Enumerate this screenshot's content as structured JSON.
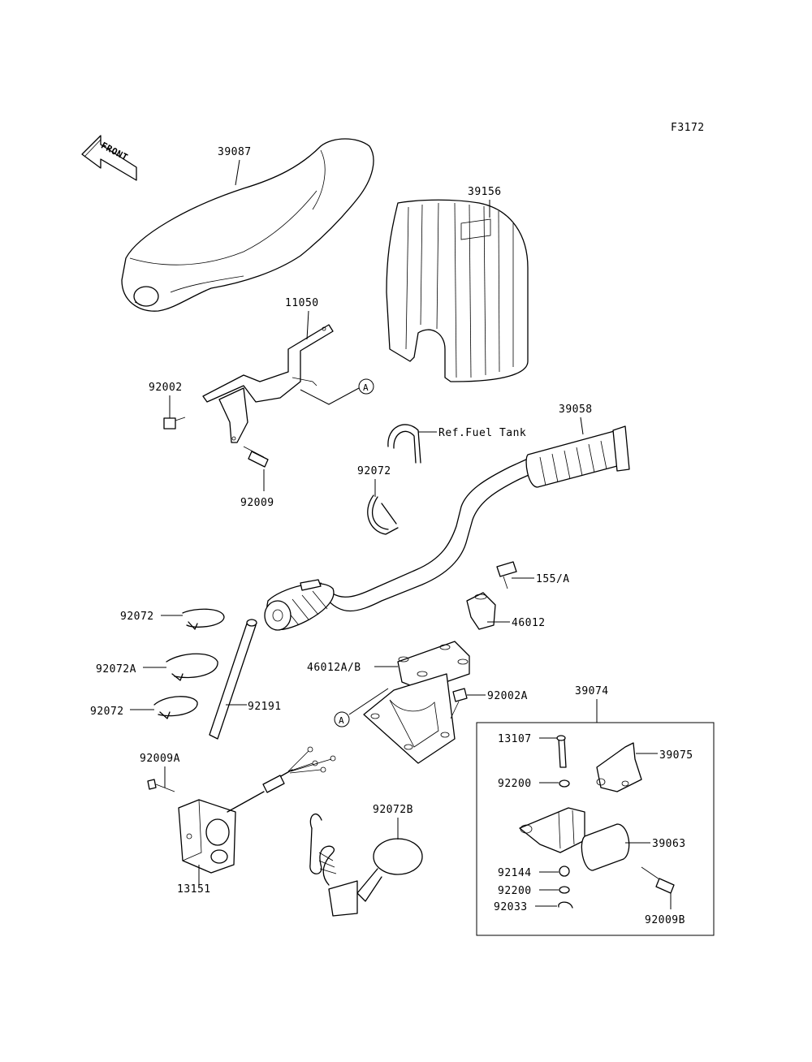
{
  "diagram_code": "F3172",
  "front_arrow_label": "FRONT",
  "callout_letter": "A",
  "parts": {
    "p39087": "39087",
    "p39156": "39156",
    "p11050": "11050",
    "p92002": "92002",
    "p92009": "92009",
    "ref_fuel_tank": "Ref.Fuel Tank",
    "p39058": "39058",
    "p92072_top": "92072",
    "p155a": "155/A",
    "p46012": "46012",
    "p46012ab": "46012A/B",
    "p92002a": "92002A",
    "p92072_1": "92072",
    "p92072a": "92072A",
    "p92072_2": "92072",
    "p92191": "92191",
    "p92009a": "92009A",
    "p13151": "13151",
    "p92072b": "92072B",
    "p39074": "39074",
    "p13107": "13107",
    "p39075": "39075",
    "p92200_1": "92200",
    "p39063": "39063",
    "p92144": "92144",
    "p92200_2": "92200",
    "p92033": "92033",
    "p92009b": "92009B"
  }
}
